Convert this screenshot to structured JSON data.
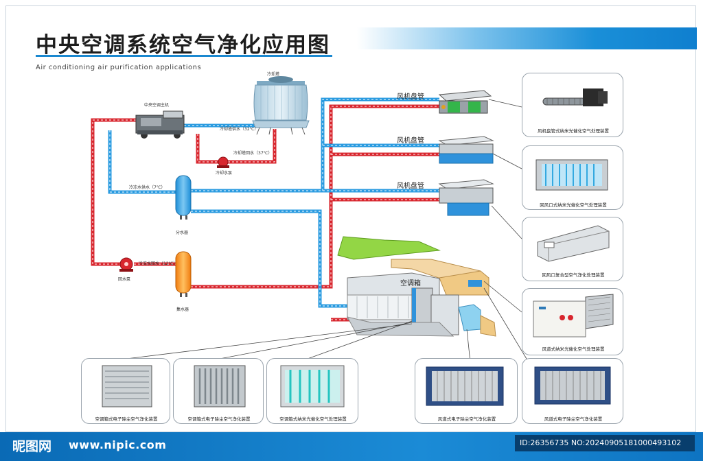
{
  "header": {
    "title": "中央空调系统空气净化应用图",
    "subtitle": "Air conditioning air purification applications"
  },
  "labels": {
    "cooling_tower": "冷却塔",
    "chiller": "中央空调主机",
    "cooling_supply": "冷却塔供水（32℃）",
    "cooling_return": "冷却塔回水（37℃）",
    "cooling_pump": "冷却水泵",
    "chilled_supply": "冷冻水供水（7℃）",
    "distributor": "分水器",
    "chilled_return": "冷冻水回水（12℃）",
    "return_pump": "回水泵",
    "collector": "集水器",
    "fan_coil_1": "风机盘管",
    "fan_coil_2": "风机盘管",
    "fan_coil_3": "风机盘管",
    "ahu": "空调箱"
  },
  "products": [
    {
      "caption": "风机盘管式纳米光催化空气处理装置"
    },
    {
      "caption": "回风口式纳米光催化空气处理装置"
    },
    {
      "caption": "回风口复合型空气净化处理装置"
    },
    {
      "caption": "风道式纳米光催化空气处理装置"
    },
    {
      "caption": "风道式电子除尘空气净化装置"
    },
    {
      "caption": "风道式电子除尘空气净化装置"
    },
    {
      "caption": "空调箱式纳米光催化空气处理装置"
    },
    {
      "caption": "空调箱式电子除尘空气净化装置"
    },
    {
      "caption": "空调箱式电子除尘空气净化装置"
    }
  ],
  "footer": {
    "brand": "昵图网",
    "site": "www.nipic.com",
    "id": "ID:26356735 NO:20240905181000493102"
  },
  "colors": {
    "hot_pipe": "#d8262e",
    "cold_pipe": "#2a9be0",
    "accent": "#1a88d0"
  }
}
